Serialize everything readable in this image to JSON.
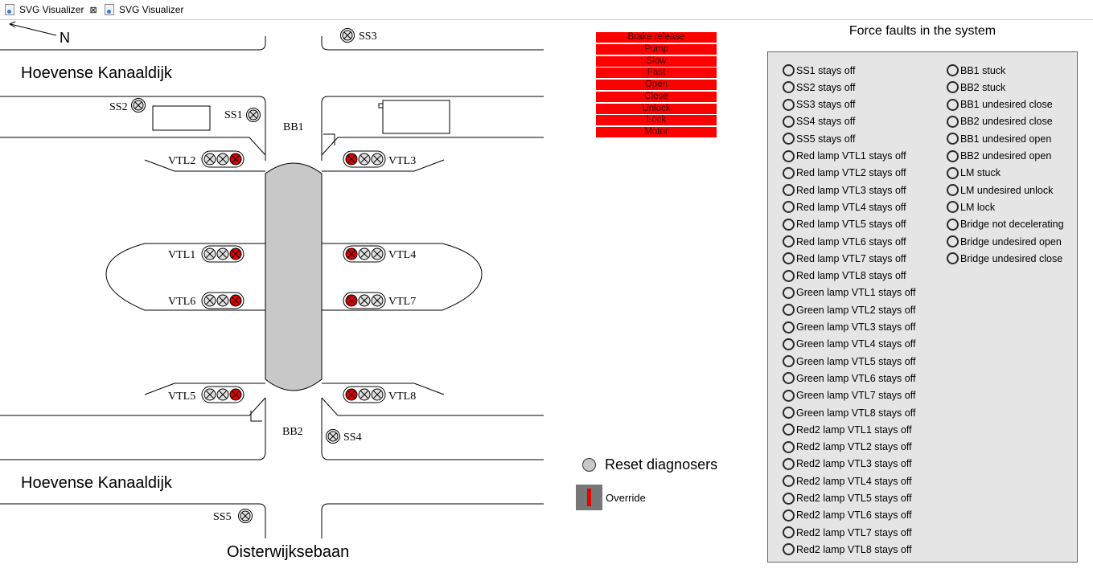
{
  "tabs": [
    {
      "label": "SVG Visualizer",
      "close": "⊠"
    },
    {
      "label": "SVG Visualizer"
    }
  ],
  "map": {
    "north_label": "N",
    "roads": {
      "top": "Hoevense Kanaaldijk",
      "bottom": "Hoevense Kanaaldijk",
      "south": "Oisterwijksebaan"
    },
    "barriers": {
      "bb1": "BB1",
      "bb2": "BB2"
    },
    "sensors": {
      "ss1": "SS1",
      "ss2": "SS2",
      "ss3": "SS3",
      "ss4": "SS4",
      "ss5": "SS5"
    },
    "traffic_lights": {
      "vtl1": "VTL1",
      "vtl2": "VTL2",
      "vtl3": "VTL3",
      "vtl4": "VTL4",
      "vtl5": "VTL5",
      "vtl6": "VTL6",
      "vtl7": "VTL7",
      "vtl8": "VTL8"
    },
    "lamp_red_color": "#e00000"
  },
  "controls": {
    "buttons": [
      "Brake release",
      "Pump",
      "Slow",
      "Fast",
      "Open",
      "Close",
      "Unlock",
      "Lock",
      "Motor"
    ],
    "button_color": "#ff0000",
    "reset_label": "Reset diagnosers",
    "override_label": "Override"
  },
  "faults": {
    "title": "Force faults in the system",
    "left": [
      "SS1 stays off",
      "SS2 stays off",
      "SS3 stays off",
      "SS4 stays off",
      "SS5 stays off",
      "Red lamp VTL1 stays off",
      "Red lamp VTL2 stays off",
      "Red lamp VTL3 stays off",
      "Red lamp VTL4 stays off",
      "Red lamp VTL5 stays off",
      "Red lamp VTL6 stays off",
      "Red lamp VTL7 stays off",
      "Red lamp VTL8 stays off",
      "Green lamp VTL1 stays off",
      "Green lamp VTL2 stays off",
      "Green lamp VTL3 stays off",
      "Green lamp VTL4 stays off",
      "Green lamp VTL5 stays off",
      "Green lamp VTL6 stays off",
      "Green lamp VTL7 stays off",
      "Green lamp VTL8 stays off",
      "Red2 lamp VTL1 stays off",
      "Red2 lamp VTL2 stays off",
      "Red2 lamp VTL3 stays off",
      "Red2 lamp VTL4 stays off",
      "Red2 lamp VTL5 stays off",
      "Red2 lamp VTL6 stays off",
      "Red2 lamp VTL7 stays off",
      "Red2 lamp VTL8 stays off"
    ],
    "right": [
      "BB1 stuck",
      "BB2 stuck",
      "BB1 undesired close",
      "BB2 undesired close",
      "BB1 undesired open",
      "BB2 undesired open",
      "LM stuck",
      "LM undesired unlock",
      "LM lock",
      "Bridge not decelerating",
      "Bridge undesired open",
      "Bridge undesired close"
    ]
  }
}
